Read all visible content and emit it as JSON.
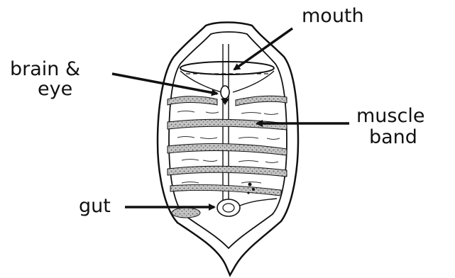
{
  "labels": {
    "mouth": "mouth",
    "brain_line1": "brain &",
    "brain_line2": "eye",
    "muscle_line1": "muscle",
    "muscle_line2": "band",
    "gut": "gut"
  },
  "colors": {
    "ink": "#111111",
    "muscle_band": "#b9b9b9",
    "background": "#ffffff"
  }
}
